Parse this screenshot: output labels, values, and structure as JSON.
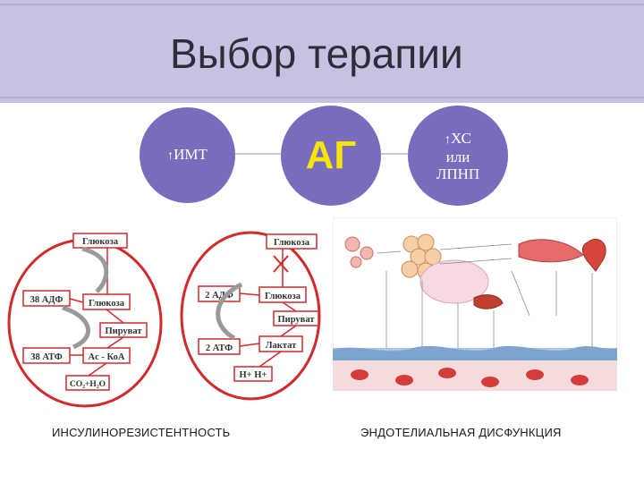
{
  "slide": {
    "title": "Выбор терапии"
  },
  "circles": {
    "left": {
      "arrow": "↑",
      "label": "ИМТ"
    },
    "center": {
      "label": "АГ"
    },
    "right": {
      "arrow": "↑",
      "line1": "ХС",
      "line2": "или",
      "line3": "ЛПНП"
    }
  },
  "left_panel": {
    "glucose_top_left": "Глюкоза",
    "adp_left": "38 АДФ",
    "glucose_left": "Глюкоза",
    "pyruvate_left": "Пируват",
    "atp_left": "38 АТФ",
    "acoa": "Ac - КоА",
    "co2": "CO₂+H₂O",
    "glucose_top_right": "Глюкоза",
    "adp_right": "2 АДФ",
    "glucose_right": "Глюкоза",
    "pyruvate_right": "Пируват",
    "atp_right": "2 АТФ",
    "lactate": "Лактат",
    "h_ions": "H+ H+"
  },
  "captions": {
    "left": "ИНСУЛИНОРЕЗИСТЕНТНОСТЬ",
    "right": "ЭНДОТЕЛИАЛЬНАЯ ДИСФУНКЦИЯ"
  },
  "colors": {
    "band": "#c8c2e2",
    "circle": "#7a6cbd",
    "accent_yellow": "#f7e40a",
    "diagram_red": "#d22a2a"
  },
  "icons": {
    "up_arrow": "arrow-up-icon",
    "cross": "cross-icon"
  }
}
